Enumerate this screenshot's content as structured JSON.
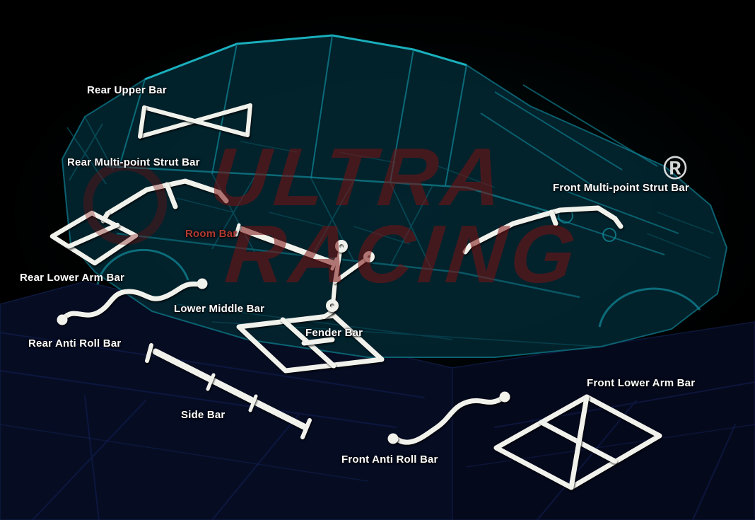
{
  "watermark": {
    "line1": "ULTRA",
    "line2": "RACING",
    "registered": "®"
  },
  "colors": {
    "background": "#000000",
    "label_default": "#ffffff",
    "room_bar_label": "#b03a32",
    "chassis_teal": "#0e7d8a",
    "chassis_fill": "#03242e",
    "part_white": "#f2f2ec",
    "watermark_red": "#7a1212",
    "platform_navy": "#060c22"
  },
  "labels": [
    {
      "id": "rear-upper-bar",
      "text": "Rear Upper Bar"
    },
    {
      "id": "rear-multi-point-strut-bar",
      "text": "Rear Multi-point Strut Bar"
    },
    {
      "id": "front-multi-point-strut-bar",
      "text": "Front Multi-point Strut Bar"
    },
    {
      "id": "room-bar",
      "text": "Room Bar",
      "color": "#b03a32"
    },
    {
      "id": "rear-lower-arm-bar",
      "text": "Rear Lower Arm Bar"
    },
    {
      "id": "lower-middle-bar",
      "text": "Lower Middle Bar"
    },
    {
      "id": "fender-bar",
      "text": "Fender Bar"
    },
    {
      "id": "rear-anti-roll-bar",
      "text": "Rear Anti Roll Bar"
    },
    {
      "id": "front-lower-arm-bar",
      "text": "Front Lower Arm Bar"
    },
    {
      "id": "side-bar",
      "text": "Side Bar"
    },
    {
      "id": "front-anti-roll-bar",
      "text": "Front Anti Roll Bar"
    }
  ],
  "parts": [
    "rear-upper-bar",
    "rear-multi-point-strut-bar",
    "room-bar",
    "rear-lower-arm-bar",
    "rear-anti-roll-bar",
    "lower-middle-bar",
    "fender-bar",
    "side-bar",
    "front-anti-roll-bar",
    "front-multi-point-strut-bar",
    "front-lower-arm-bar"
  ]
}
